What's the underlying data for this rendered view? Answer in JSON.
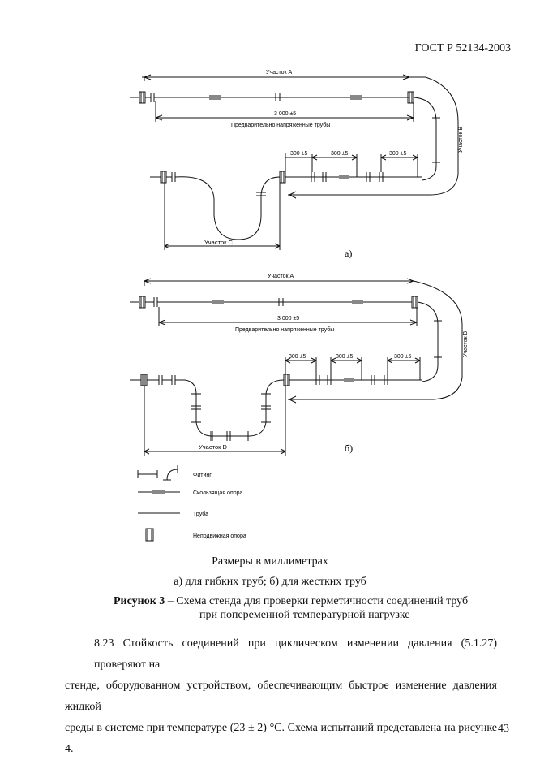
{
  "header": {
    "doc_id": "ГОСТ Р 52134-2003"
  },
  "figure_a": {
    "section_a": "Участок А",
    "section_b": "Участок В",
    "section_c": "Участок С",
    "dim_3000": "3 000 ±5",
    "prestressed": "Предварительно напряженные трубы",
    "dim_300_1": "300 ±5",
    "dim_300_2": "300 ±5",
    "dim_300_3": "300 ±5",
    "label": "а)"
  },
  "figure_b": {
    "section_a": "Участок А",
    "section_b": "Участок В",
    "section_d": "Участок D",
    "dim_3000": "3 000 ±5",
    "prestressed": "Предварительно напряженные трубы",
    "dim_300_1": "300 ±5",
    "dim_300_2": "300 ±5",
    "dim_300_3": "300 ±5",
    "label": "б)"
  },
  "legend": {
    "fitting": "Фитинг",
    "sliding_support": "Скользящая опора",
    "pipe": "Труба",
    "fixed_support": "Неподвижная опора"
  },
  "caption": {
    "units": "Размеры в миллиметрах",
    "subtitles": "а) для гибких труб;   б) для жестких труб",
    "fig_label": "Рисунок 3",
    "fig_title_1": " – Схема стенда для проверки герметичности соединений труб",
    "fig_title_2": "при попеременной температурной нагрузке"
  },
  "body": {
    "line1": "8.23  Стойкость соединений при циклическом изменении давления (5.1.27) проверяют на",
    "line2": "стенде, оборудованном устройством, обеспечивающим  быстрое изменение давления жидкой",
    "line3": "среды в системе при температуре (23 ± 2) °С. Схема испытаний представлена на рисунке 4."
  },
  "page_number": "43"
}
